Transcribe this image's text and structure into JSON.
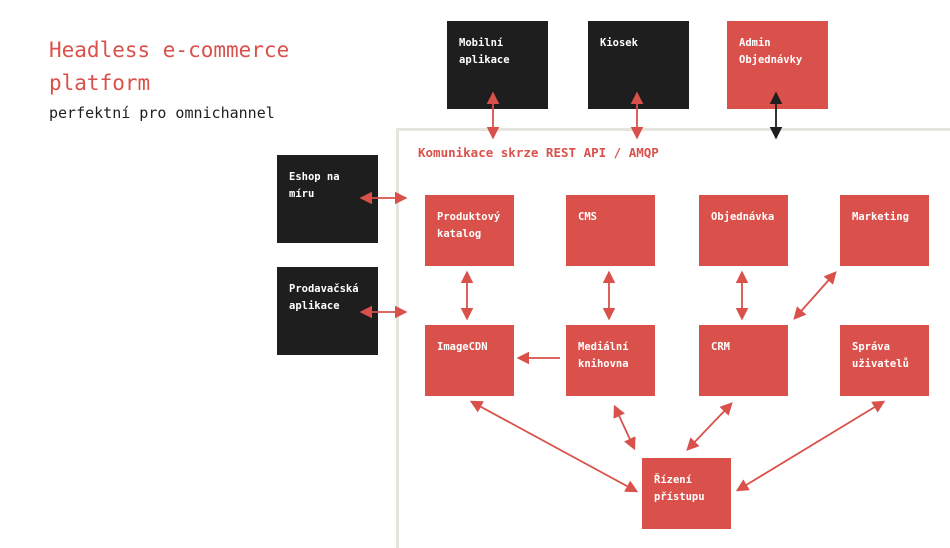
{
  "header": {
    "title": "Headless e-commerce platform",
    "subtitle": "perfektní pro omnichannel"
  },
  "platform": {
    "label": "Komunikace skrze REST API / AMQP"
  },
  "external": {
    "mobile": "Mobilní\naplikace",
    "kiosk": "Kiosek",
    "admin": "Admin\nObjednávky",
    "eshop": "Eshop na\nmíru",
    "sales_app": "Prodavačská\naplikace"
  },
  "services": {
    "catalog": "Produktový\nkatalog",
    "cms": "CMS",
    "order": "Objednávka",
    "marketing": "Marketing",
    "imagecdn": "ImageCDN",
    "media": "Mediální\nknihovna",
    "crm": "CRM",
    "users": "Správa\nuživatelů",
    "access": "Řízení\npřístupu"
  },
  "colors": {
    "accent": "#d9514a",
    "dark": "#1e1e1e",
    "frame": "#e5e4de",
    "admin_arrow": "#1e1e1e"
  }
}
